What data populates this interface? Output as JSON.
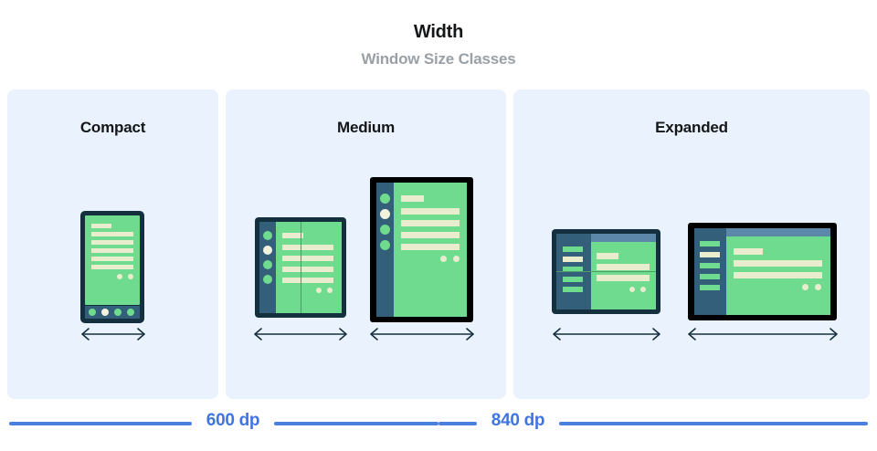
{
  "header": {
    "title": "Width",
    "subtitle": "Window Size Classes"
  },
  "panels": [
    {
      "id": "compact",
      "label": "Compact"
    },
    {
      "id": "medium",
      "label": "Medium"
    },
    {
      "id": "expanded",
      "label": "Expanded"
    }
  ],
  "breakpoints": [
    {
      "label": "600 dp"
    },
    {
      "label": "840 dp"
    }
  ],
  "colors": {
    "panel_background": "#eaf2fd",
    "page_background": "#ffffff",
    "title": "#141617",
    "subtitle": "#9aa0a6",
    "device_frame_navy": "#14303f",
    "device_frame_black": "#000000",
    "screen_green": "#6edb8f",
    "content_cream": "#eaedcd",
    "nav_rail_slate": "#335f7b",
    "top_bar_blue": "#5c87a8",
    "breakpoint_blue": "#3f75e0",
    "arrow": "#16303f"
  },
  "devices": [
    {
      "name": "phone",
      "panel": "compact",
      "orientation": "portrait",
      "frame": "navy"
    },
    {
      "name": "foldable-portrait",
      "panel": "medium",
      "orientation": "portrait",
      "frame": "navy"
    },
    {
      "name": "tablet-portrait",
      "panel": "medium",
      "orientation": "portrait",
      "frame": "black"
    },
    {
      "name": "foldable-landscape",
      "panel": "expanded",
      "orientation": "landscape",
      "frame": "navy"
    },
    {
      "name": "tablet-landscape",
      "panel": "expanded",
      "orientation": "landscape",
      "frame": "black"
    }
  ],
  "arrows": [
    {
      "device": "phone"
    },
    {
      "device": "foldable-portrait"
    },
    {
      "device": "tablet-portrait"
    },
    {
      "device": "foldable-landscape"
    },
    {
      "device": "tablet-landscape"
    }
  ]
}
